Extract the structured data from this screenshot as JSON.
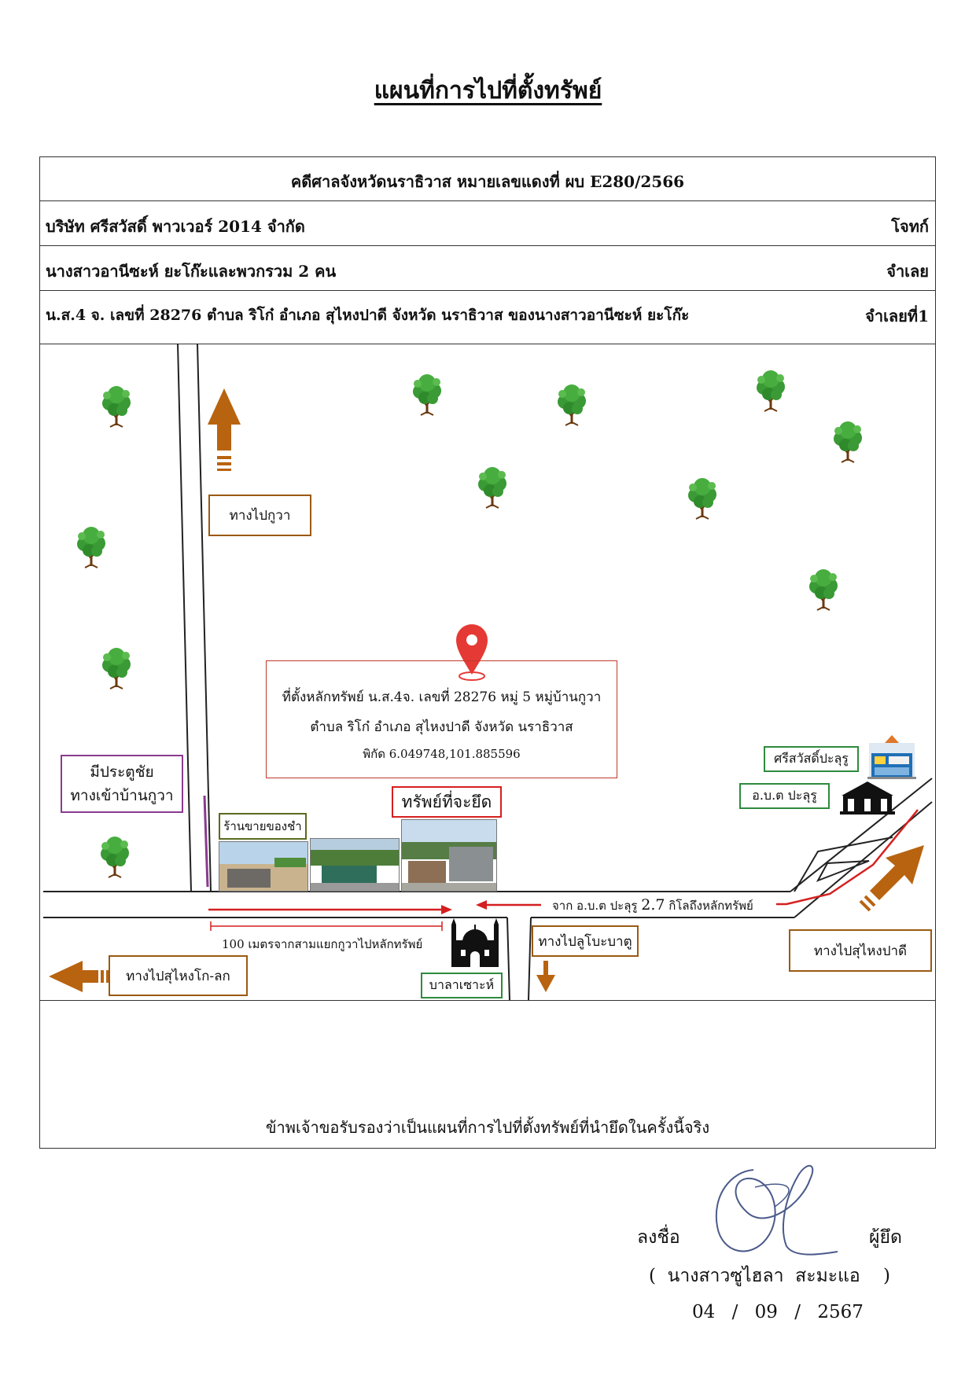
{
  "title": "แผนที่การไปที่ตั้งทรัพย์",
  "header": {
    "case_line": "คดีศาลจังหวัดนราธิวาส หมายเลขแดงที่   ผบ E280/2566",
    "plaintiff_name": "บริษัท ศรีสวัสดิ์ พาวเวอร์ 2014 จำกัด",
    "plaintiff_role": "โจทก์",
    "defendant_name": "นางสาวอานีซะห์ ยะโก๊ะและพวกรวม 2 คน",
    "defendant_role": "จำเลย",
    "deed_line": "น.ส.4 จ. เลขที่ 28276 ตำบล ริโก๋ อำเภอ สุไหงปาดี จังหวัด นราธิวาส ของนางสาวอานีซะห์ ยะโก๊ะ",
    "deed_role": "จำเลยที่1"
  },
  "map": {
    "label_to_kuwa": "ทางไปกูวา",
    "label_gate": [
      "มีประตูชัย",
      "ทางเข้าบ้านกูวา"
    ],
    "info": {
      "line1": "ที่ตั้งหลักทรัพย์ น.ส.4จ. เลขที่ 28276 หมู่ 5 หมู่บ้านกูวา",
      "line2": "ตำบล ริโก๋ อำเภอ สุไหงปาดี จังหวัด นราธิวาส",
      "line3": "พิกัด 6.049748,101.885596"
    },
    "label_asset": "ทรัพย์ที่จะยึด",
    "label_shop": "ร้านขายของชำ",
    "label_srisawat": "ศรีสวัสดิ์ปะลุรู",
    "label_obt": "อ.บ.ต ปะลุรู",
    "distance_from_obt_prefix": "จาก อ.บ.ต ปะลุรู",
    "distance_from_obt_value": "2.7",
    "distance_from_obt_suffix": "กิโลถึงหลักทรัพย์",
    "distance_100m": "100 เมตรจากสามแยกกูวาไปหลักทรัพย์",
    "label_to_sungai_kolok": "ทางไปสุไหงโก-ลก",
    "label_balai": "บาลาเซาะห์",
    "label_to_luboh_batu": "ทางไปลูโบะบาตู",
    "label_to_sungai_padi": "ทางไปสุไหงปาดี"
  },
  "certify_text": "ข้าพเจ้าขอรับรองว่าเป็นแผนที่การไปที่ตั้งทรัพย์ที่นำยึดในครั้งนี้จริง",
  "signature": {
    "sign_label": "ลงชื่อ",
    "role": "ผู้ยึด",
    "name_line": "(  นางสาวซูไฮลา  สะมะแอ    )",
    "date_day": "04",
    "date_month": "09",
    "date_year": "2567",
    "date_sep": "/"
  },
  "colors": {
    "road_marker": "#d51f1f",
    "arrow_brown": "#b8630f",
    "tree_green": "#3a9a35",
    "pin_red": "#e53935"
  }
}
